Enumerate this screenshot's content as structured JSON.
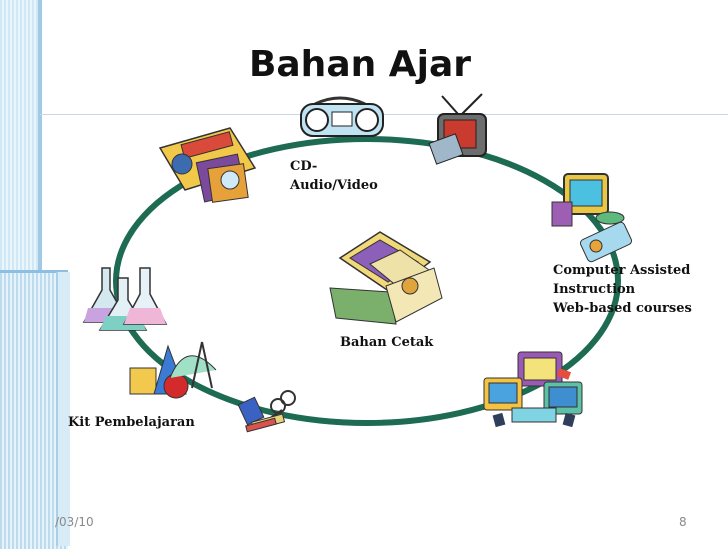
{
  "slide": {
    "title": "Bahan Ajar",
    "footer_date": "/03/10",
    "page_number": "8"
  },
  "labels": {
    "cd_line1": "CD-",
    "cd_line2": "Audio/Video",
    "cai_line1": "Computer Assisted",
    "cai_line2": "Instruction",
    "cai_line3": "Web-based courses",
    "bahan_cetak": "Bahan Cetak",
    "kit": "Kit Pembelajaran"
  },
  "colors": {
    "ring": "#1d6b52",
    "accent_blue": "#9fc9e4"
  },
  "icons": [
    "media-player-icon",
    "boombox-icon",
    "television-icon",
    "computer-icon",
    "books-icon",
    "lab-flasks-icon",
    "geometry-shapes-icon",
    "school-supplies-icon",
    "computer-lab-icon"
  ]
}
